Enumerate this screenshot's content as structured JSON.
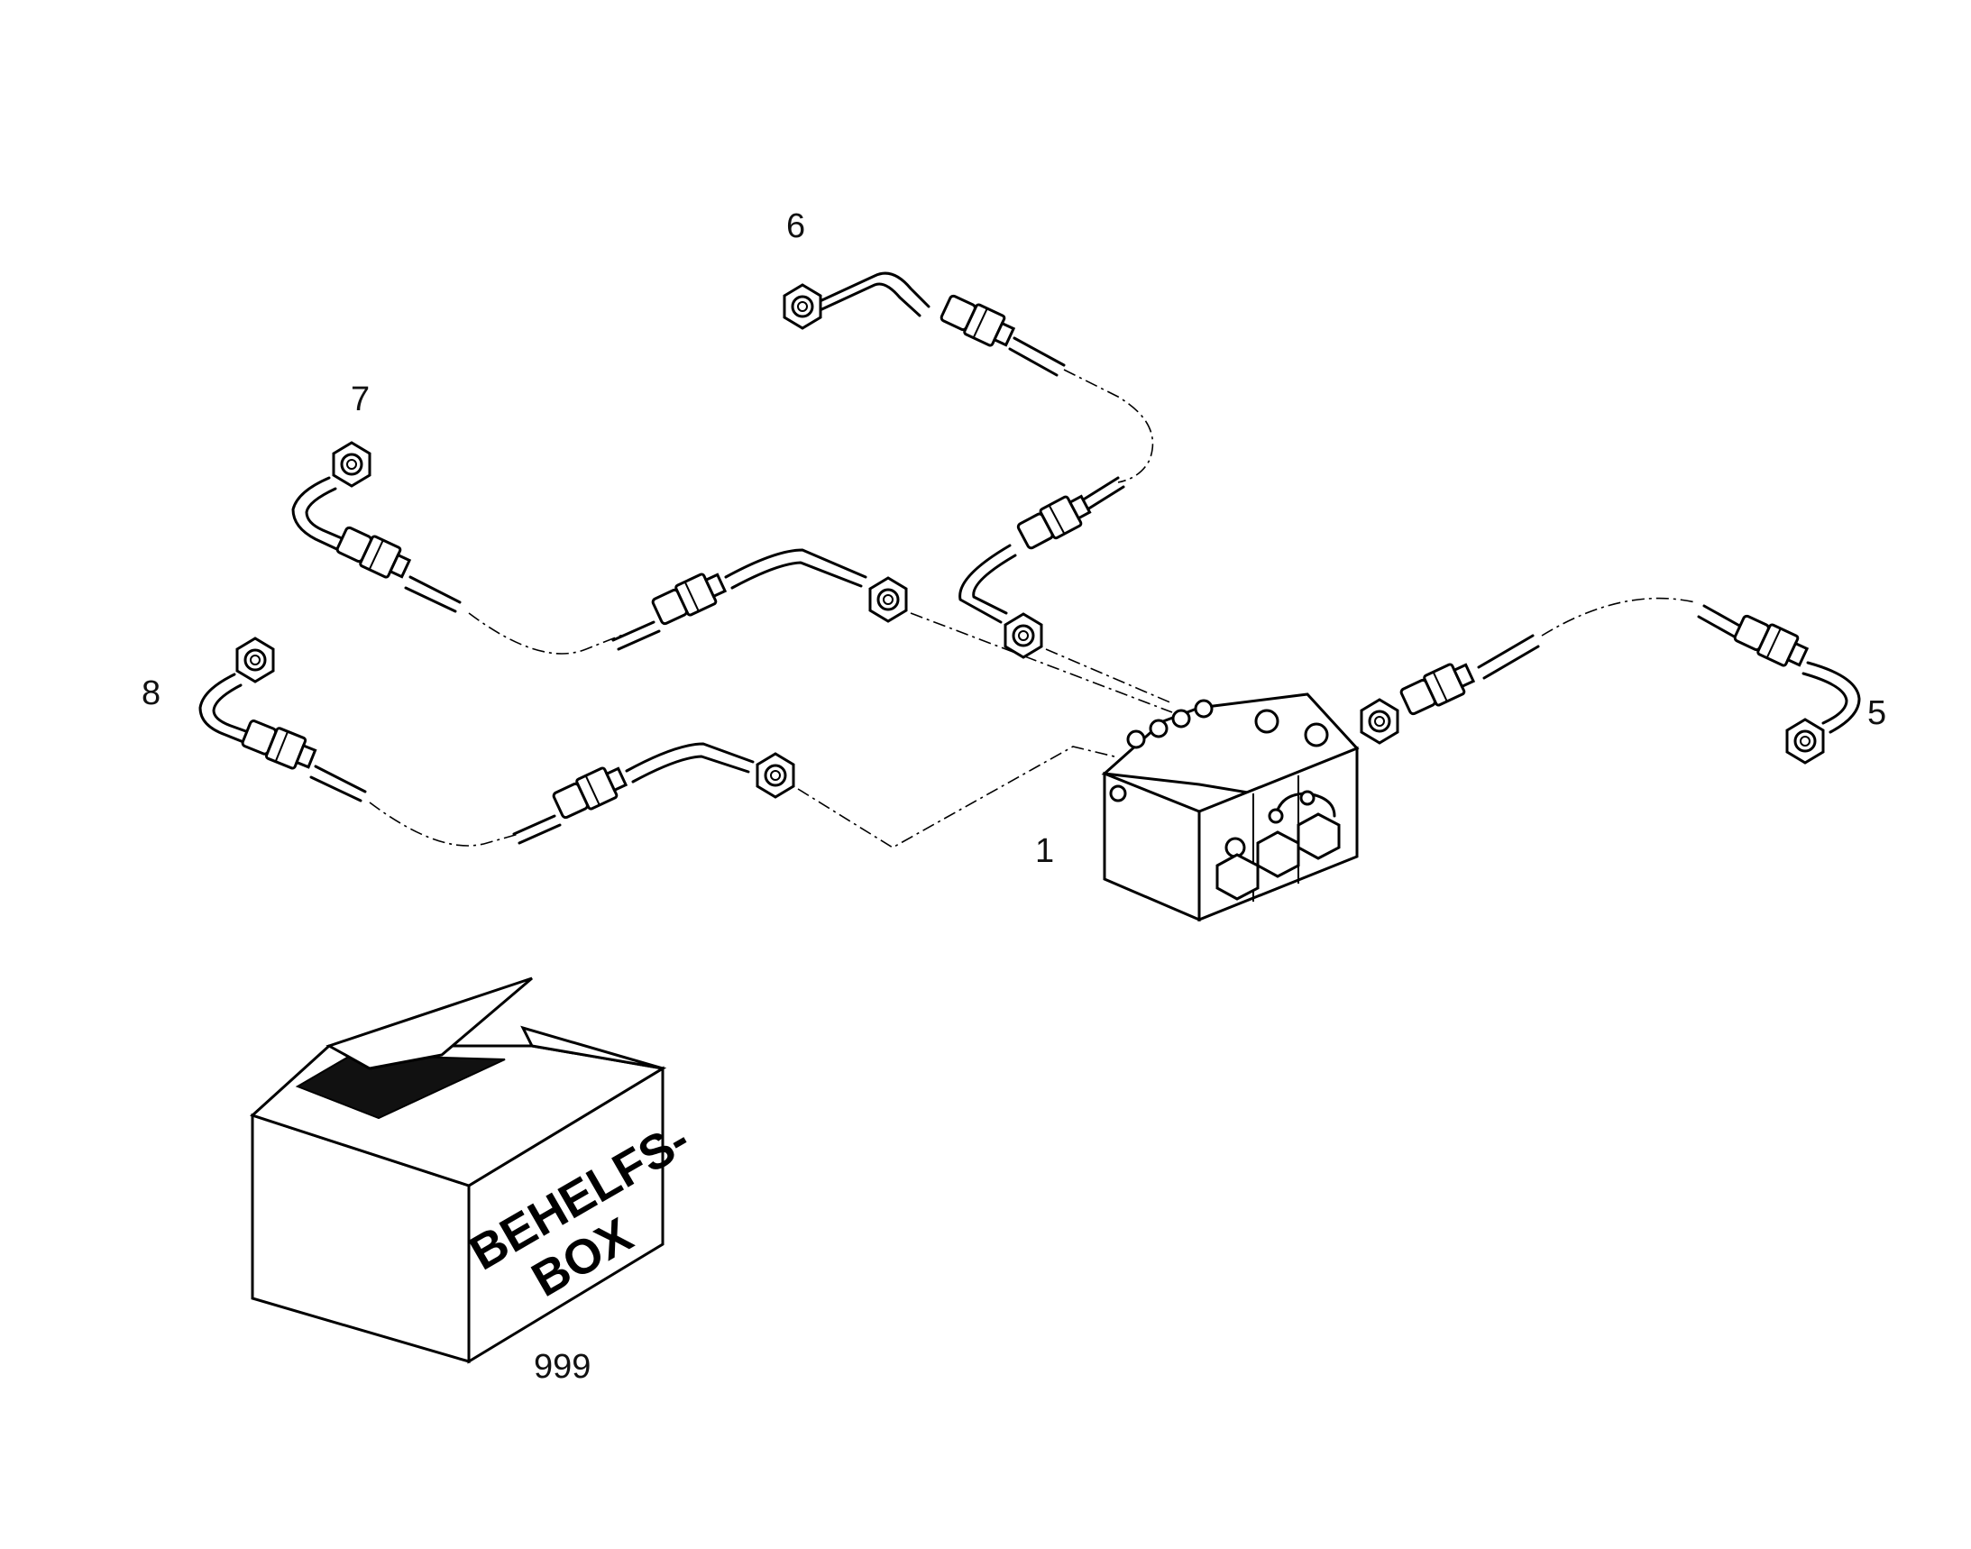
{
  "diagram": {
    "callouts": {
      "distributor": "1",
      "line_5": "5",
      "line_6": "6",
      "line_7": "7",
      "line_8": "8",
      "box": "999"
    },
    "box_label": {
      "line1": "BEHELFS-",
      "line2": "BOX"
    },
    "colors": {
      "line": "#000000",
      "background": "#ffffff",
      "box_opening": "#111111"
    },
    "icons": [
      "distributor-block-icon",
      "brake-line-icon",
      "cardboard-box-icon"
    ]
  }
}
